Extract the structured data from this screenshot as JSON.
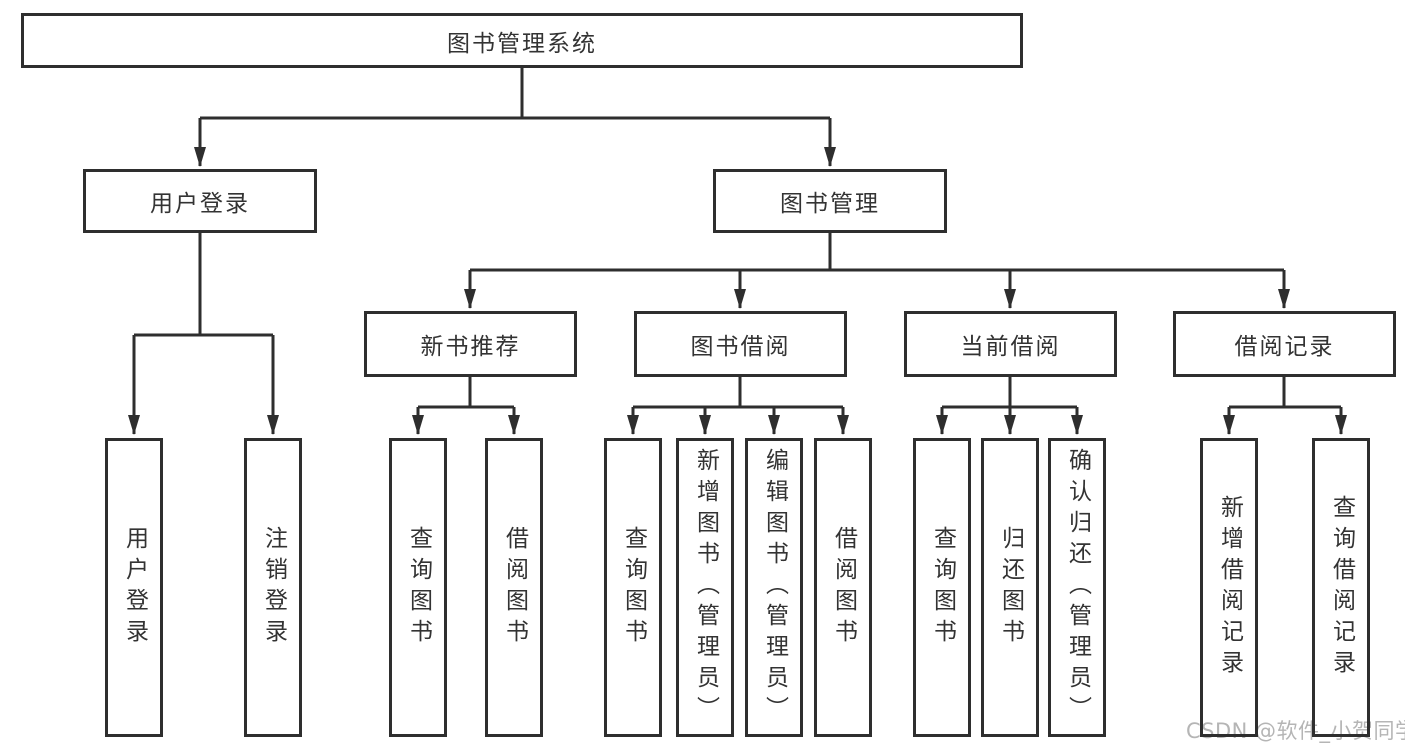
{
  "tree": {
    "root": "图书管理系统",
    "children": [
      {
        "label": "用户登录",
        "children": [
          {
            "label": "用户登录"
          },
          {
            "label": "注销登录"
          }
        ]
      },
      {
        "label": "图书管理",
        "children": [
          {
            "label": "新书推荐",
            "children": [
              {
                "label": "查询图书"
              },
              {
                "label": "借阅图书"
              }
            ]
          },
          {
            "label": "图书借阅",
            "children": [
              {
                "label": "查询图书"
              },
              {
                "label": "新增图书（管理员）"
              },
              {
                "label": "编辑图书（管理员）"
              },
              {
                "label": "借阅图书"
              }
            ]
          },
          {
            "label": "当前借阅",
            "children": [
              {
                "label": "查询图书"
              },
              {
                "label": "归还图书"
              },
              {
                "label": "确认归还（管理员）"
              }
            ]
          },
          {
            "label": "借阅记录",
            "children": [
              {
                "label": "新增借阅记录"
              },
              {
                "label": "查询借阅记录"
              }
            ]
          }
        ]
      }
    ]
  },
  "watermark": "CSDN @软件_小贺同学",
  "colors": {
    "line": "#2e2e2e",
    "text": "#333333",
    "background": "#ffffff",
    "watermark": "#b5b5b5"
  }
}
